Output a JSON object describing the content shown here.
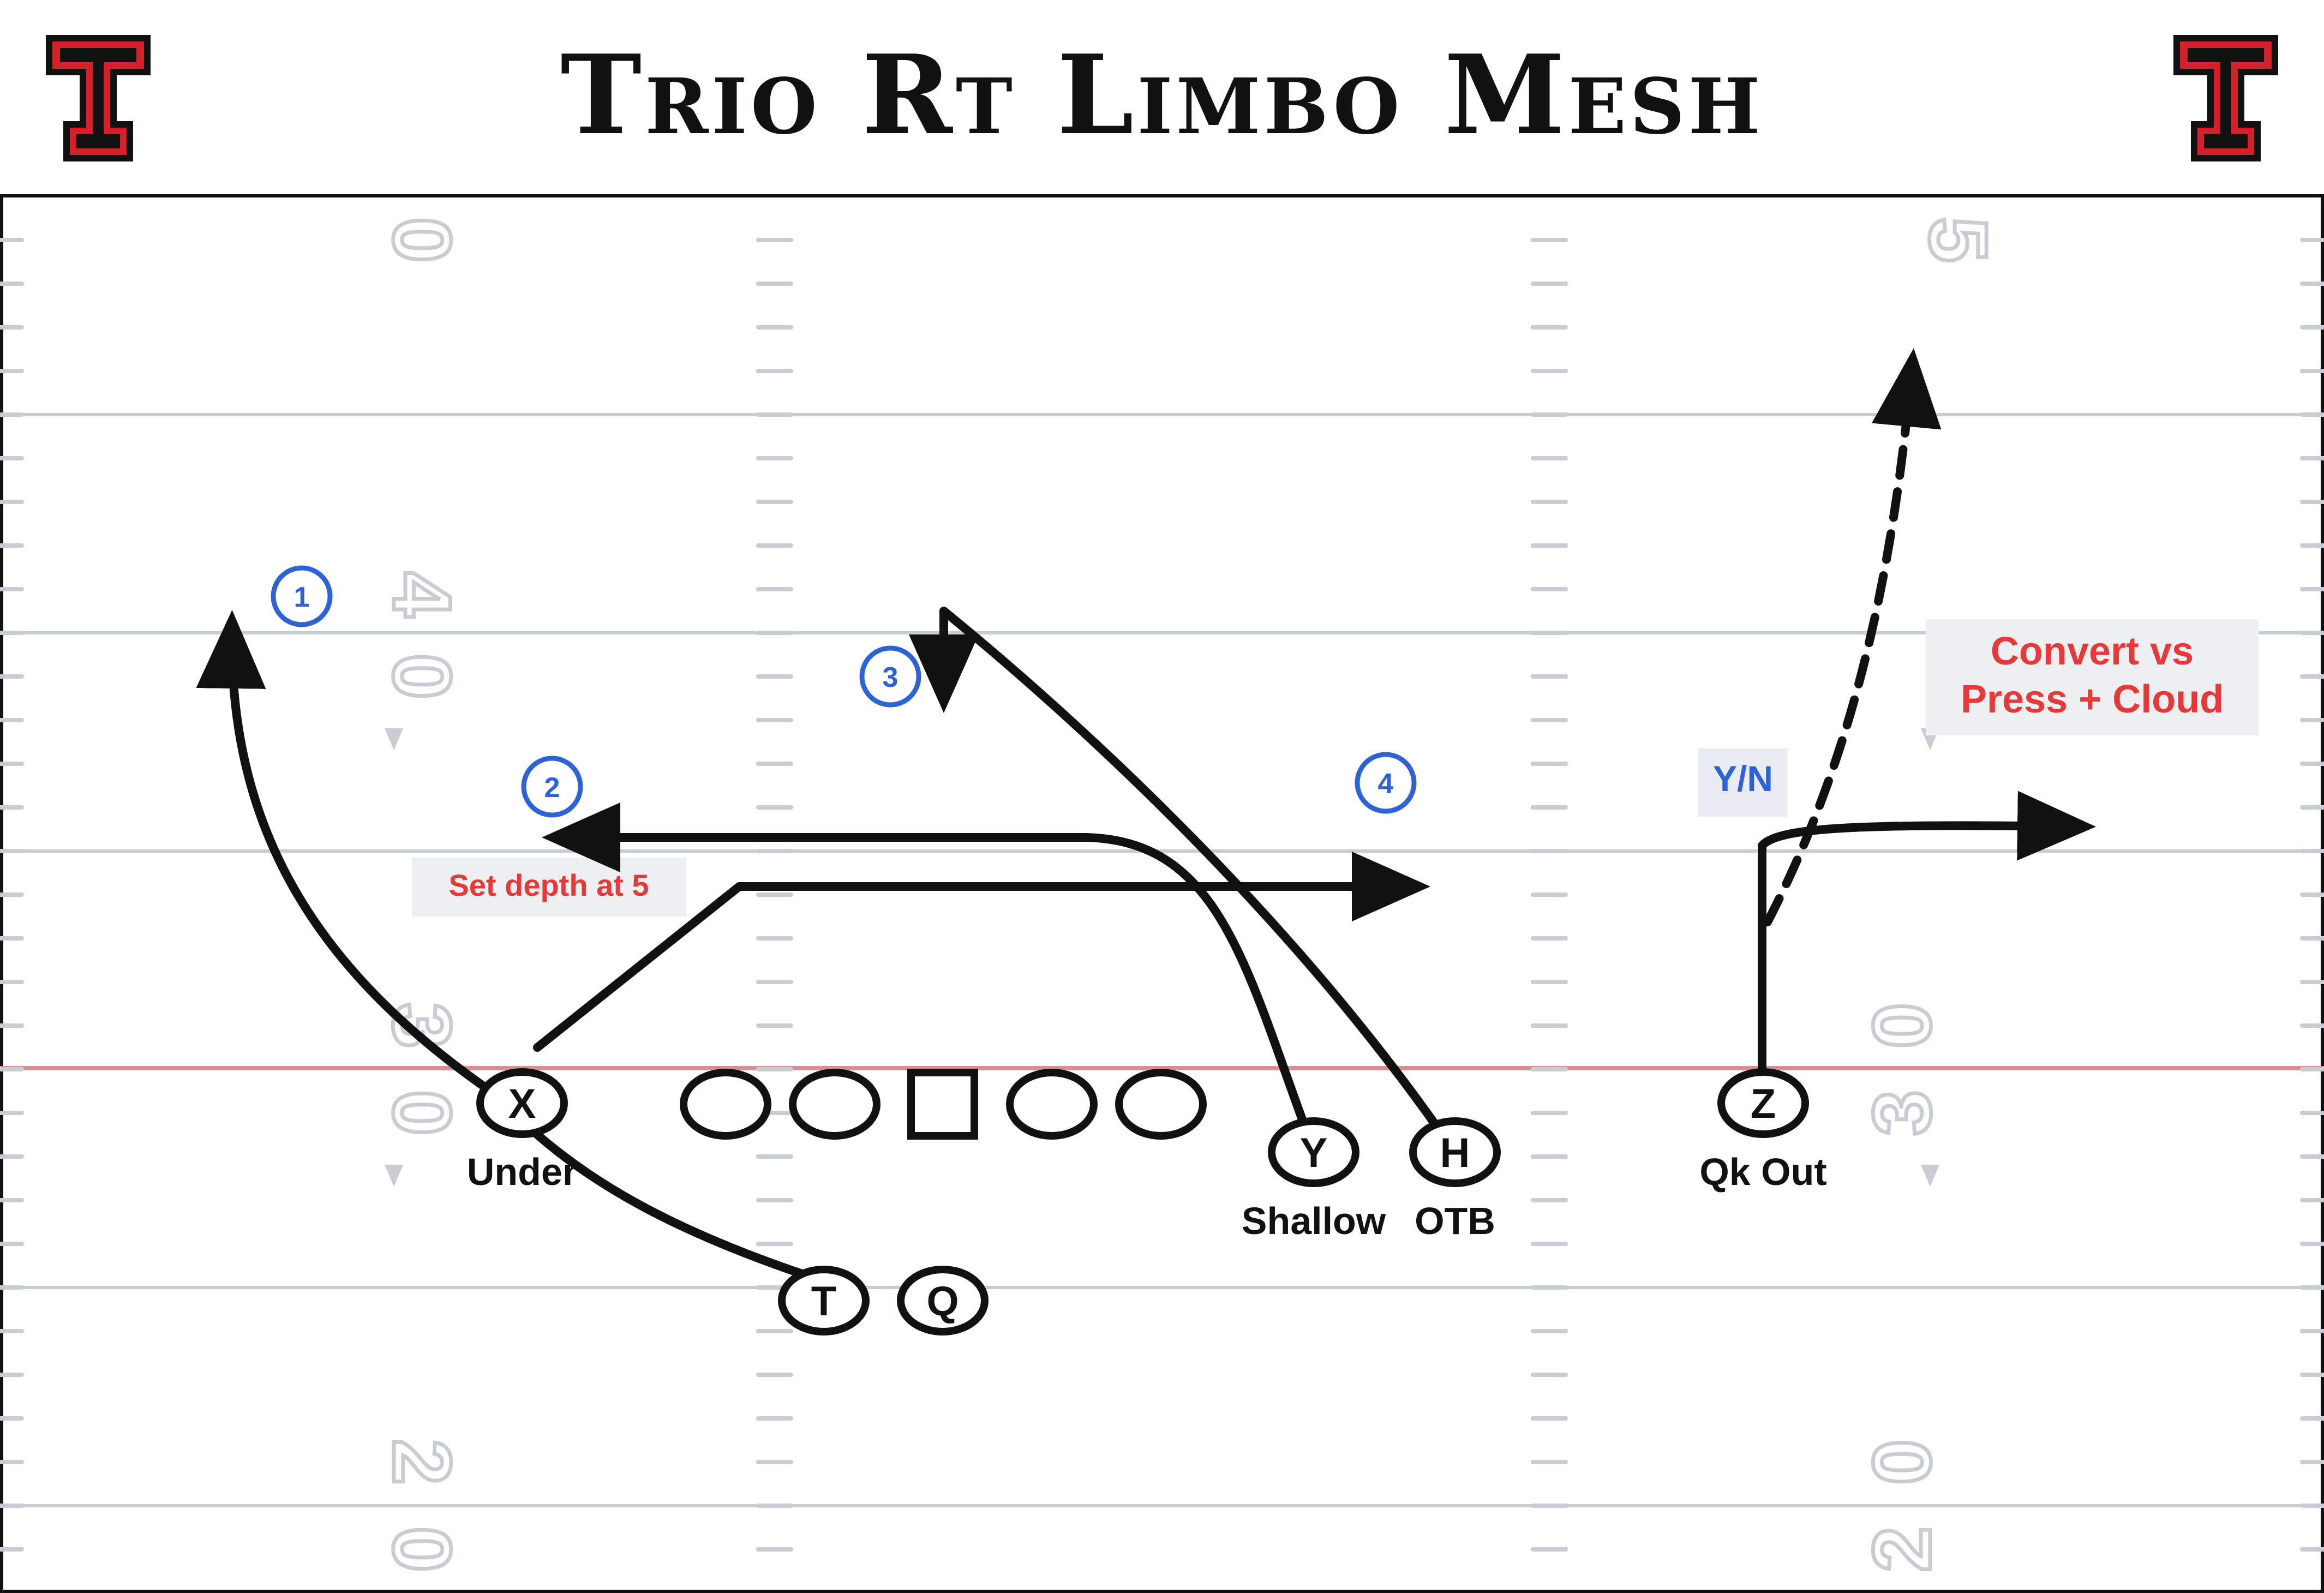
{
  "title": "Trio Rt Limbo Mesh",
  "colors": {
    "line": "#111111",
    "field_line": "#c9ccd2",
    "scrimmage": "#d99090",
    "read_blue": "#2d63d6",
    "note_red": "#e5393a",
    "note_bg": "#eeeff1",
    "yn_bg": "#e9ecf2",
    "logo_red": "#d51f2b"
  },
  "logos": {
    "left": "texas-tech-double-t-logo",
    "right": "texas-tech-double-t-logo"
  },
  "yard_numbers": {
    "top_left": "0",
    "top_right": "5",
    "mid_left_a": "4",
    "mid_left_b": "0",
    "low_left_a": "3",
    "low_left_b": "0",
    "low_right_a": "0",
    "low_right_b": "3",
    "bottom_left_a": "2",
    "bottom_left_b": "0",
    "bottom_right_a": "0",
    "bottom_right_b": "2"
  },
  "players": {
    "x": "X",
    "y": "Y",
    "h": "H",
    "z": "Z",
    "t": "T",
    "q": "Q"
  },
  "route_labels": {
    "x": "Under",
    "y": "Shallow",
    "h": "OTB",
    "z": "Qk Out"
  },
  "reads": [
    "1",
    "2",
    "3",
    "4"
  ],
  "notes": {
    "depth": "Set depth at 5",
    "yn": "Y/N",
    "convert_line1": "Convert vs",
    "convert_line2": "Press + Cloud"
  }
}
